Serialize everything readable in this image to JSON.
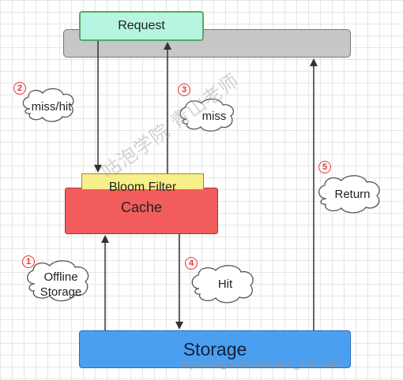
{
  "nodes": {
    "request": "Request",
    "bloom_filter": "Bloom Filter",
    "cache": "Cache",
    "storage": "Storage"
  },
  "edges": [
    {
      "num": "2",
      "label": "miss/hit"
    },
    {
      "num": "3",
      "label": "miss"
    },
    {
      "num": "1",
      "label_line1": "Offline",
      "label_line2": "Storage"
    },
    {
      "num": "4",
      "label": "Hit"
    },
    {
      "num": "5",
      "label": "Return"
    }
  ],
  "watermark": "咕泡学院 青山老师",
  "credit": "https://blog.csdn.net/weixin_44875397",
  "colors": {
    "request_fill": "#b6f5e1",
    "cache_fill": "#f25c5c",
    "bloom_fill": "#f7f08a",
    "storage_fill": "#4a9ff0",
    "number_color": "#e33333"
  }
}
